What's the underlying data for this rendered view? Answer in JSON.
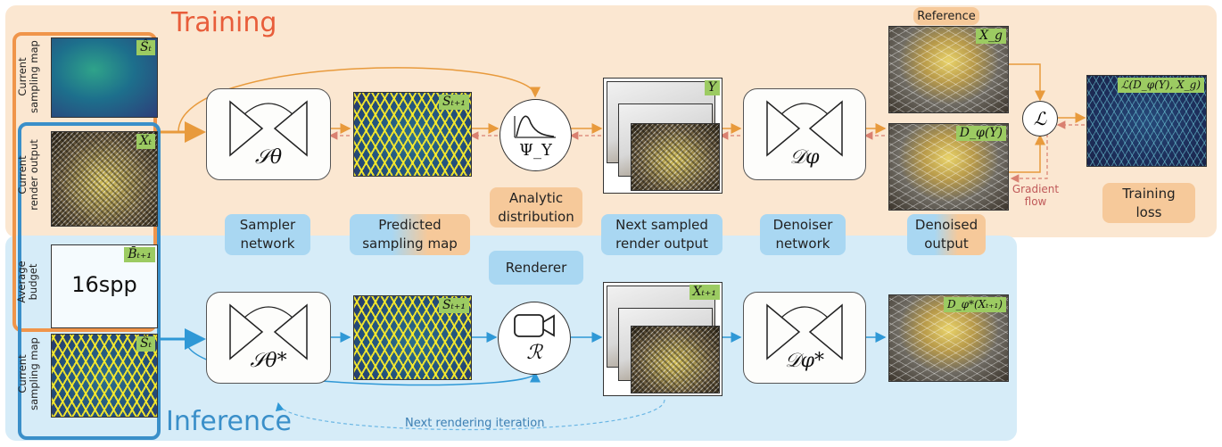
{
  "sections": {
    "training": "Training",
    "inference": "Inference"
  },
  "side_labels": {
    "sampling_top": "Current\nsampling map",
    "render": "Current\nrender output",
    "budget": "Average\nbudget",
    "sampling_bottom": "Current\nsampling map"
  },
  "budget_value": "16spp",
  "tags": {
    "s_t_top": "Ŝₜ",
    "x_t": "Xₜ",
    "b": "B̄ₜ₊₁",
    "s_t_bottom": "Ŝₜ",
    "s_next_train": "Sₜ₊₁",
    "y": "Y",
    "x_g": "X_g",
    "d_y": "D_φ(Y)",
    "loss": "ℒ(D_φ(Y), X_g)",
    "s_next_infer": "Sₜ₊₁",
    "x_next": "Xₜ₊₁",
    "d_x": "D_φ*(Xₜ₊₁)"
  },
  "node_symbols": {
    "sampler_train": "𝒮θ",
    "psi": "Ψ_Y",
    "denoiser_train": "𝒟φ",
    "loss": "ℒ",
    "sampler_infer": "𝒮θ*",
    "renderer": "ℛ",
    "denoiser_infer": "𝒟φ*"
  },
  "labels": {
    "reference": "Reference",
    "analytic": "Analytic\ndistribution",
    "sampler": "Sampler\nnetwork",
    "predicted": "Predicted\nsampling map",
    "next_sampled": "Next sampled\nrender output",
    "denoiser": "Denoiser\nnetwork",
    "denoised": "Denoised\noutput",
    "training_loss": "Training\nloss",
    "renderer": "Renderer",
    "gradient": "Gradient\nflow",
    "next_iter": "Next rendering iteration"
  },
  "colors": {
    "training_accent": "#e85d3a",
    "inference_accent": "#3a8fc9",
    "forward_arrow": "#e89a3c",
    "inference_arrow": "#2f98d6",
    "gradient_arrow": "#d98070"
  }
}
